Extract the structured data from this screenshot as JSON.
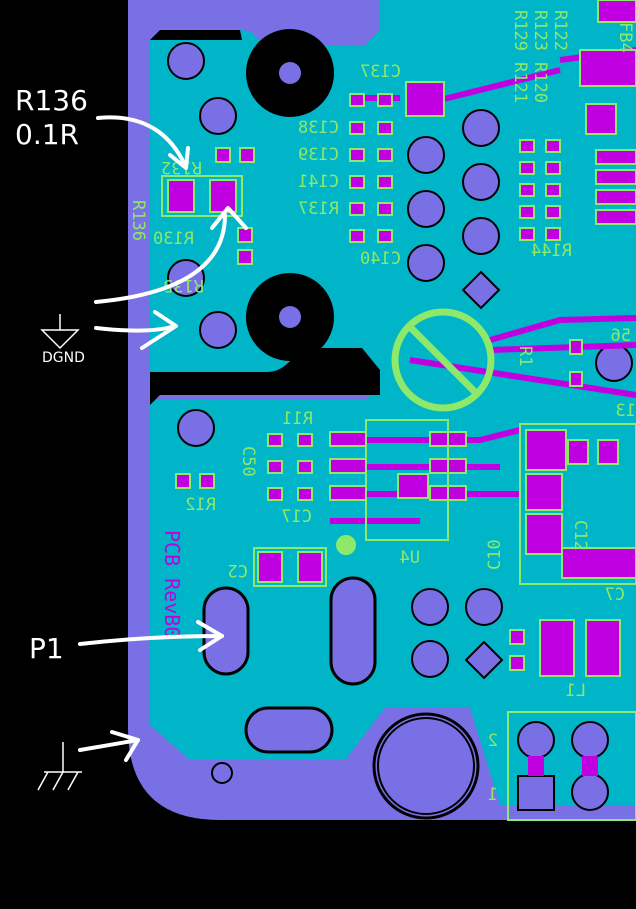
{
  "annotations": {
    "r136_ref": "R136",
    "r136_value": "0.1R",
    "dgnd_label": "DGND",
    "p1_label": "P1"
  },
  "silkscreen": {
    "c137": "C137",
    "c138": "C138",
    "c139": "C139",
    "c141": "C141",
    "r137": "R137",
    "c140": "C140",
    "r132": "R132",
    "r136": "R136",
    "r130": "R130",
    "r135": "R135",
    "r11": "R11",
    "c50": "C50",
    "r12": "R12",
    "c17": "C17",
    "u4": "U4",
    "c2": "C2",
    "r129": "R129",
    "r123": "R123",
    "r122": "R122",
    "r121": "R121",
    "r120": "R120",
    "fb4": "FB4",
    "r144": "R144",
    "r1": "R1",
    "c10": "C10",
    "c12": "C12",
    "c7": "C7",
    "l1": "L1",
    "pcb_rev": "PCB RevB0",
    "pin2": "2",
    "pin1": "1",
    "c56": "56",
    "c13": "13"
  },
  "colors": {
    "board": "#7a70e6",
    "copper_fill": "#00b5c8",
    "top_copper": "#c000e0",
    "silkscreen": "#8ee86a",
    "void": "#000000",
    "annotation": "#ffffff"
  }
}
